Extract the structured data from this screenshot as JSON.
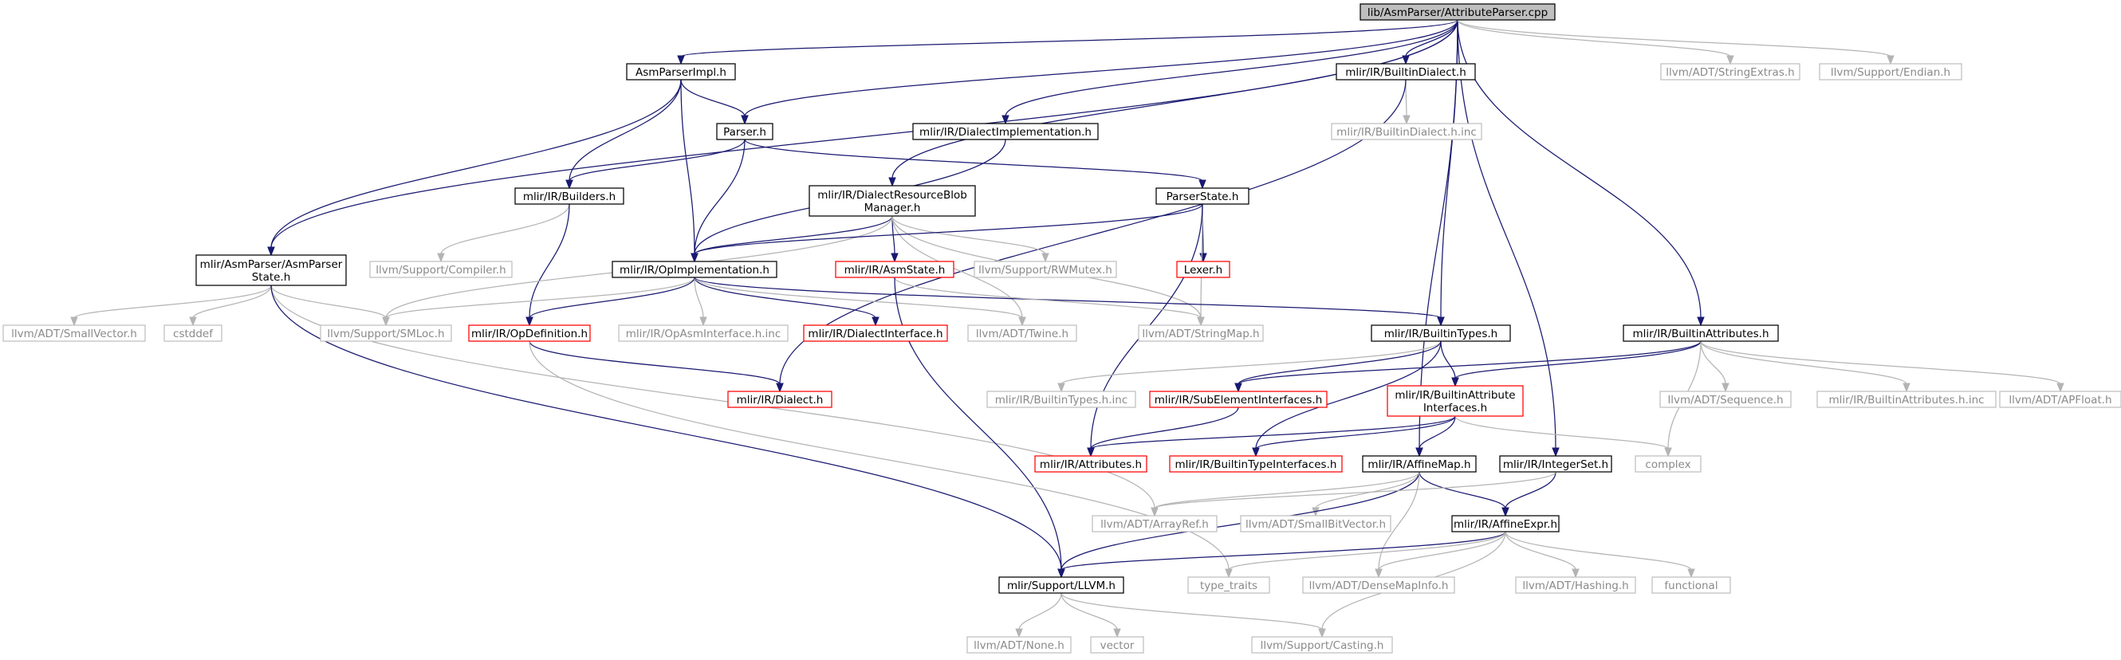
{
  "graph": {
    "nodes": [
      {
        "id": "root",
        "style": "root",
        "label": [
          "lib/AsmParser/AttributeParser.cpp"
        ]
      },
      {
        "id": "asmparserimpl",
        "style": "black",
        "label": [
          "AsmParserImpl.h"
        ]
      },
      {
        "id": "builtindialect",
        "style": "black",
        "label": [
          "mlir/IR/BuiltinDialect.h"
        ]
      },
      {
        "id": "stringextras",
        "style": "gray",
        "label": [
          "llvm/ADT/StringExtras.h"
        ]
      },
      {
        "id": "endian",
        "style": "gray",
        "label": [
          "llvm/Support/Endian.h"
        ]
      },
      {
        "id": "parser",
        "style": "black",
        "label": [
          "Parser.h"
        ]
      },
      {
        "id": "dialectimpl",
        "style": "black",
        "label": [
          "mlir/IR/DialectImplementation.h"
        ]
      },
      {
        "id": "builtindialectinc",
        "style": "gray",
        "label": [
          "mlir/IR/BuiltinDialect.h.inc"
        ]
      },
      {
        "id": "builders",
        "style": "black",
        "label": [
          "mlir/IR/Builders.h"
        ]
      },
      {
        "id": "dialectresource",
        "style": "black",
        "label": [
          "mlir/IR/DialectResourceBlob",
          "Manager.h"
        ]
      },
      {
        "id": "parserstate",
        "style": "black",
        "label": [
          "ParserState.h"
        ]
      },
      {
        "id": "asmparserstate",
        "style": "black",
        "label": [
          "mlir/AsmParser/AsmParser",
          "State.h"
        ]
      },
      {
        "id": "compiler",
        "style": "gray",
        "label": [
          "llvm/Support/Compiler.h"
        ]
      },
      {
        "id": "lexer",
        "style": "red",
        "label": [
          "Lexer.h"
        ]
      },
      {
        "id": "opimpl",
        "style": "black",
        "label": [
          "mlir/IR/OpImplementation.h"
        ]
      },
      {
        "id": "asmstate",
        "style": "red",
        "label": [
          "mlir/IR/AsmState.h"
        ]
      },
      {
        "id": "rwmutex",
        "style": "gray",
        "label": [
          "llvm/Support/RWMutex.h"
        ]
      },
      {
        "id": "smallvector",
        "style": "gray",
        "label": [
          "llvm/ADT/SmallVector.h"
        ]
      },
      {
        "id": "cstddef",
        "style": "gray",
        "label": [
          "cstddef"
        ]
      },
      {
        "id": "smloc",
        "style": "gray",
        "label": [
          "llvm/Support/SMLoc.h"
        ]
      },
      {
        "id": "opdefinition",
        "style": "red",
        "label": [
          "mlir/IR/OpDefinition.h"
        ]
      },
      {
        "id": "opasminterface",
        "style": "gray",
        "label": [
          "mlir/IR/OpAsmInterface.h.inc"
        ]
      },
      {
        "id": "dialectinterface",
        "style": "red",
        "label": [
          "mlir/IR/DialectInterface.h"
        ]
      },
      {
        "id": "twine",
        "style": "gray",
        "label": [
          "llvm/ADT/Twine.h"
        ]
      },
      {
        "id": "stringmap",
        "style": "gray",
        "label": [
          "llvm/ADT/StringMap.h"
        ]
      },
      {
        "id": "builtintypes",
        "style": "black",
        "label": [
          "mlir/IR/BuiltinTypes.h"
        ]
      },
      {
        "id": "builtinattributes",
        "style": "black",
        "label": [
          "mlir/IR/BuiltinAttributes.h"
        ]
      },
      {
        "id": "dialect",
        "style": "red",
        "label": [
          "mlir/IR/Dialect.h"
        ]
      },
      {
        "id": "builtintypesinc",
        "style": "gray",
        "label": [
          "mlir/IR/BuiltinTypes.h.inc"
        ]
      },
      {
        "id": "subelement",
        "style": "red",
        "label": [
          "mlir/IR/SubElementInterfaces.h"
        ]
      },
      {
        "id": "builtinattrinterfaces",
        "style": "red",
        "label": [
          "mlir/IR/BuiltinAttribute",
          "Interfaces.h"
        ]
      },
      {
        "id": "sequence",
        "style": "gray",
        "label": [
          "llvm/ADT/Sequence.h"
        ]
      },
      {
        "id": "builtinattrinc",
        "style": "gray",
        "label": [
          "mlir/IR/BuiltinAttributes.h.inc"
        ]
      },
      {
        "id": "apfloat",
        "style": "gray",
        "label": [
          "llvm/ADT/APFloat.h"
        ]
      },
      {
        "id": "attributes",
        "style": "red",
        "label": [
          "mlir/IR/Attributes.h"
        ]
      },
      {
        "id": "builtintypeinterfaces",
        "style": "red",
        "label": [
          "mlir/IR/BuiltinTypeInterfaces.h"
        ]
      },
      {
        "id": "affinemap",
        "style": "black",
        "label": [
          "mlir/IR/AffineMap.h"
        ]
      },
      {
        "id": "integerset",
        "style": "black",
        "label": [
          "mlir/IR/IntegerSet.h"
        ]
      },
      {
        "id": "complex",
        "style": "gray",
        "label": [
          "complex"
        ]
      },
      {
        "id": "arrayref",
        "style": "gray",
        "label": [
          "llvm/ADT/ArrayRef.h"
        ]
      },
      {
        "id": "smallbitvector",
        "style": "gray",
        "label": [
          "llvm/ADT/SmallBitVector.h"
        ]
      },
      {
        "id": "affineexpr",
        "style": "black",
        "label": [
          "mlir/IR/AffineExpr.h"
        ]
      },
      {
        "id": "llvmh",
        "style": "black",
        "label": [
          "mlir/Support/LLVM.h"
        ]
      },
      {
        "id": "typetraits",
        "style": "gray",
        "label": [
          "type_traits"
        ]
      },
      {
        "id": "densemapinfo",
        "style": "gray",
        "label": [
          "llvm/ADT/DenseMapInfo.h"
        ]
      },
      {
        "id": "hashing",
        "style": "gray",
        "label": [
          "llvm/ADT/Hashing.h"
        ]
      },
      {
        "id": "functional",
        "style": "gray",
        "label": [
          "functional"
        ]
      },
      {
        "id": "none",
        "style": "gray",
        "label": [
          "llvm/ADT/None.h"
        ]
      },
      {
        "id": "vector",
        "style": "gray",
        "label": [
          "vector"
        ]
      },
      {
        "id": "casting",
        "style": "gray",
        "label": [
          "llvm/Support/Casting.h"
        ]
      }
    ],
    "edges": [
      [
        "root",
        "asmparserimpl"
      ],
      [
        "root",
        "parser"
      ],
      [
        "root",
        "asmparserstate"
      ],
      [
        "root",
        "dialectimpl"
      ],
      [
        "root",
        "dialectresource"
      ],
      [
        "root",
        "builtindialect"
      ],
      [
        "root",
        "builtintypes"
      ],
      [
        "root",
        "affinemap"
      ],
      [
        "root",
        "integerset"
      ],
      [
        "root",
        "builtinattributes"
      ],
      [
        "root",
        "stringextras"
      ],
      [
        "root",
        "endian"
      ],
      [
        "asmparserimpl",
        "parser"
      ],
      [
        "asmparserimpl",
        "builders"
      ],
      [
        "asmparserimpl",
        "opimpl"
      ],
      [
        "asmparserimpl",
        "asmparserstate"
      ],
      [
        "parser",
        "builders"
      ],
      [
        "parser",
        "opimpl"
      ],
      [
        "parser",
        "parserstate"
      ],
      [
        "builtindialect",
        "builtindialectinc"
      ],
      [
        "builtindialect",
        "dialect"
      ],
      [
        "dialectimpl",
        "opimpl"
      ],
      [
        "builders",
        "compiler"
      ],
      [
        "builders",
        "opdefinition"
      ],
      [
        "dialectresource",
        "opimpl"
      ],
      [
        "dialectresource",
        "asmstate"
      ],
      [
        "dialectresource",
        "rwmutex"
      ],
      [
        "dialectresource",
        "smloc"
      ],
      [
        "dialectresource",
        "stringmap"
      ],
      [
        "dialectresource",
        "twine"
      ],
      [
        "parserstate",
        "lexer"
      ],
      [
        "parserstate",
        "opimpl"
      ],
      [
        "parserstate",
        "stringmap"
      ],
      [
        "parserstate",
        "attributes"
      ],
      [
        "asmparserstate",
        "smallvector"
      ],
      [
        "asmparserstate",
        "cstddef"
      ],
      [
        "asmparserstate",
        "smloc"
      ],
      [
        "asmparserstate",
        "arrayref"
      ],
      [
        "asmparserstate",
        "llvmh"
      ],
      [
        "opimpl",
        "smloc"
      ],
      [
        "opimpl",
        "opdefinition"
      ],
      [
        "opimpl",
        "opasminterface"
      ],
      [
        "opimpl",
        "dialectinterface"
      ],
      [
        "opimpl",
        "twine"
      ],
      [
        "opimpl",
        "builtintypes"
      ],
      [
        "asmstate",
        "stringmap"
      ],
      [
        "asmstate",
        "llvmh"
      ],
      [
        "opdefinition",
        "dialect"
      ],
      [
        "opdefinition",
        "typetraits"
      ],
      [
        "builtintypes",
        "builtintypesinc"
      ],
      [
        "builtintypes",
        "subelement"
      ],
      [
        "builtintypes",
        "builtinattrinterfaces"
      ],
      [
        "builtintypes",
        "builtintypeinterfaces"
      ],
      [
        "builtinattributes",
        "subelement"
      ],
      [
        "builtinattributes",
        "builtinattrinterfaces"
      ],
      [
        "builtinattributes",
        "sequence"
      ],
      [
        "builtinattributes",
        "builtinattrinc"
      ],
      [
        "builtinattributes",
        "apfloat"
      ],
      [
        "builtinattributes",
        "complex"
      ],
      [
        "subelement",
        "attributes"
      ],
      [
        "builtinattrinterfaces",
        "attributes"
      ],
      [
        "builtinattrinterfaces",
        "builtintypeinterfaces"
      ],
      [
        "builtinattrinterfaces",
        "affinemap"
      ],
      [
        "builtinattrinterfaces",
        "complex"
      ],
      [
        "affinemap",
        "arrayref"
      ],
      [
        "affinemap",
        "smallbitvector"
      ],
      [
        "affinemap",
        "affineexpr"
      ],
      [
        "affinemap",
        "llvmh"
      ],
      [
        "affinemap",
        "densemapinfo"
      ],
      [
        "integerset",
        "affineexpr"
      ],
      [
        "integerset",
        "arrayref"
      ],
      [
        "affineexpr",
        "llvmh"
      ],
      [
        "affineexpr",
        "typetraits"
      ],
      [
        "affineexpr",
        "densemapinfo"
      ],
      [
        "affineexpr",
        "hashing"
      ],
      [
        "affineexpr",
        "functional"
      ],
      [
        "affineexpr",
        "casting"
      ],
      [
        "llvmh",
        "none"
      ],
      [
        "llvmh",
        "vector"
      ],
      [
        "llvmh",
        "casting"
      ]
    ]
  },
  "colors": {
    "edge_internal": "#191970",
    "edge_external": "#b4b4b4",
    "node_root_fill": "#bfbfbf",
    "node_red_border": "#ff0000",
    "node_gray_text": "#8a8a8a"
  }
}
